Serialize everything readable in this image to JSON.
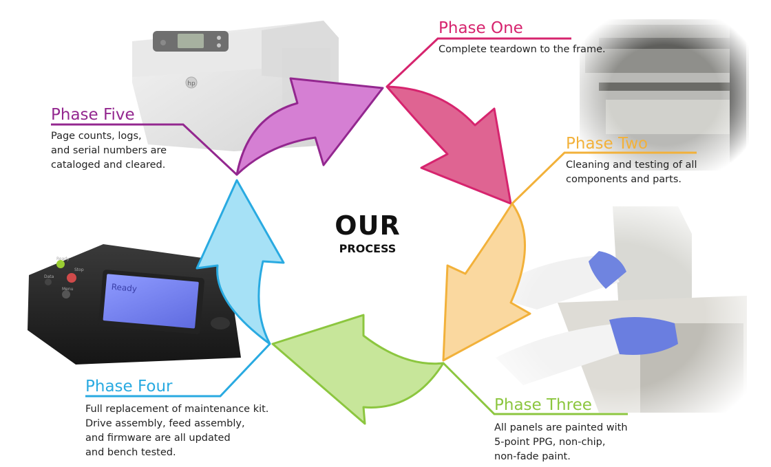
{
  "center": {
    "title": "OUR",
    "subtitle": "PROCESS"
  },
  "phases": [
    {
      "title": "Phase One",
      "color": "#d6246e",
      "lines": [
        "Complete teardown to the frame."
      ]
    },
    {
      "title": "Phase Two",
      "color": "#f2b13a",
      "lines": [
        "Cleaning and testing of all",
        "components and parts."
      ]
    },
    {
      "title": "Phase Three",
      "color": "#8cc63f",
      "lines": [
        "All panels are painted with",
        "5-point PPG, non-chip,",
        "non-fade paint."
      ]
    },
    {
      "title": "Phase Four",
      "color": "#29aae1",
      "lines": [
        "Full replacement of maintenance kit.",
        "Drive assembly, feed assembly,",
        "and firmware are all updated",
        "and bench tested."
      ]
    },
    {
      "title": "Phase Five",
      "color": "#93278f",
      "lines": [
        "Page counts, logs,",
        "and serial numbers are",
        "cataloged and cleared."
      ]
    }
  ],
  "printer_panel": {
    "screen_text": "Ready",
    "button_labels": [
      "Ready",
      "Stop",
      "Data",
      "Menu"
    ]
  },
  "hp_logo_text": "hp"
}
